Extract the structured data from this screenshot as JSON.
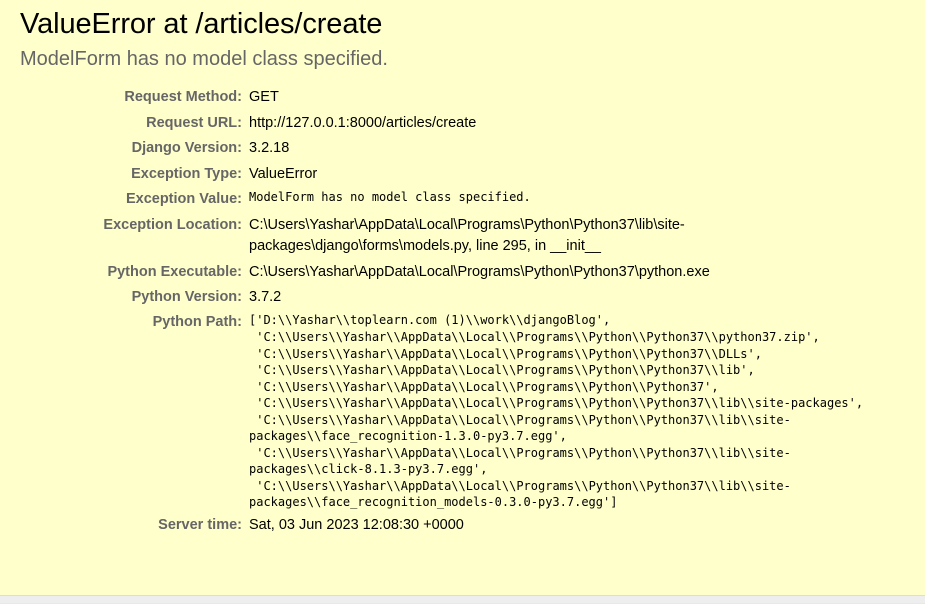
{
  "page": {
    "title": "ValueError at /articles/create",
    "subtitle": "ModelForm has no model class specified.",
    "background_color": "#ffc",
    "label_color": "#666666",
    "value_color": "#000000"
  },
  "summary": {
    "rows": [
      {
        "label": "Request Method:",
        "value": "GET",
        "mono": false
      },
      {
        "label": "Request URL:",
        "value": "http://127.0.0.1:8000/articles/create",
        "mono": false
      },
      {
        "label": "Django Version:",
        "value": "3.2.18",
        "mono": false
      },
      {
        "label": "Exception Type:",
        "value": "ValueError",
        "mono": false
      },
      {
        "label": "Exception Value:",
        "value": "ModelForm has no model class specified.",
        "mono": true
      },
      {
        "label": "Exception Location:",
        "value": "C:\\Users\\Yashar\\AppData\\Local\\Programs\\Python\\Python37\\lib\\site-packages\\django\\forms\\models.py, line 295, in __init__",
        "mono": false
      },
      {
        "label": "Python Executable:",
        "value": "C:\\Users\\Yashar\\AppData\\Local\\Programs\\Python\\Python37\\python.exe",
        "mono": false
      },
      {
        "label": "Python Version:",
        "value": "3.7.2",
        "mono": false
      },
      {
        "label": "Python Path:",
        "value": "['D:\\\\Yashar\\\\toplearn.com (1)\\\\work\\\\djangoBlog',\n 'C:\\\\Users\\\\Yashar\\\\AppData\\\\Local\\\\Programs\\\\Python\\\\Python37\\\\python37.zip',\n 'C:\\\\Users\\\\Yashar\\\\AppData\\\\Local\\\\Programs\\\\Python\\\\Python37\\\\DLLs',\n 'C:\\\\Users\\\\Yashar\\\\AppData\\\\Local\\\\Programs\\\\Python\\\\Python37\\\\lib',\n 'C:\\\\Users\\\\Yashar\\\\AppData\\\\Local\\\\Programs\\\\Python\\\\Python37',\n 'C:\\\\Users\\\\Yashar\\\\AppData\\\\Local\\\\Programs\\\\Python\\\\Python37\\\\lib\\\\site-packages',\n 'C:\\\\Users\\\\Yashar\\\\AppData\\\\Local\\\\Programs\\\\Python\\\\Python37\\\\lib\\\\site-packages\\\\face_recognition-1.3.0-py3.7.egg',\n 'C:\\\\Users\\\\Yashar\\\\AppData\\\\Local\\\\Programs\\\\Python\\\\Python37\\\\lib\\\\site-packages\\\\click-8.1.3-py3.7.egg',\n 'C:\\\\Users\\\\Yashar\\\\AppData\\\\Local\\\\Programs\\\\Python\\\\Python37\\\\lib\\\\site-packages\\\\face_recognition_models-0.3.0-py3.7.egg']",
        "mono": true
      },
      {
        "label": "Server time:",
        "value": "Sat, 03 Jun 2023 12:08:30 +0000",
        "mono": false
      }
    ]
  }
}
